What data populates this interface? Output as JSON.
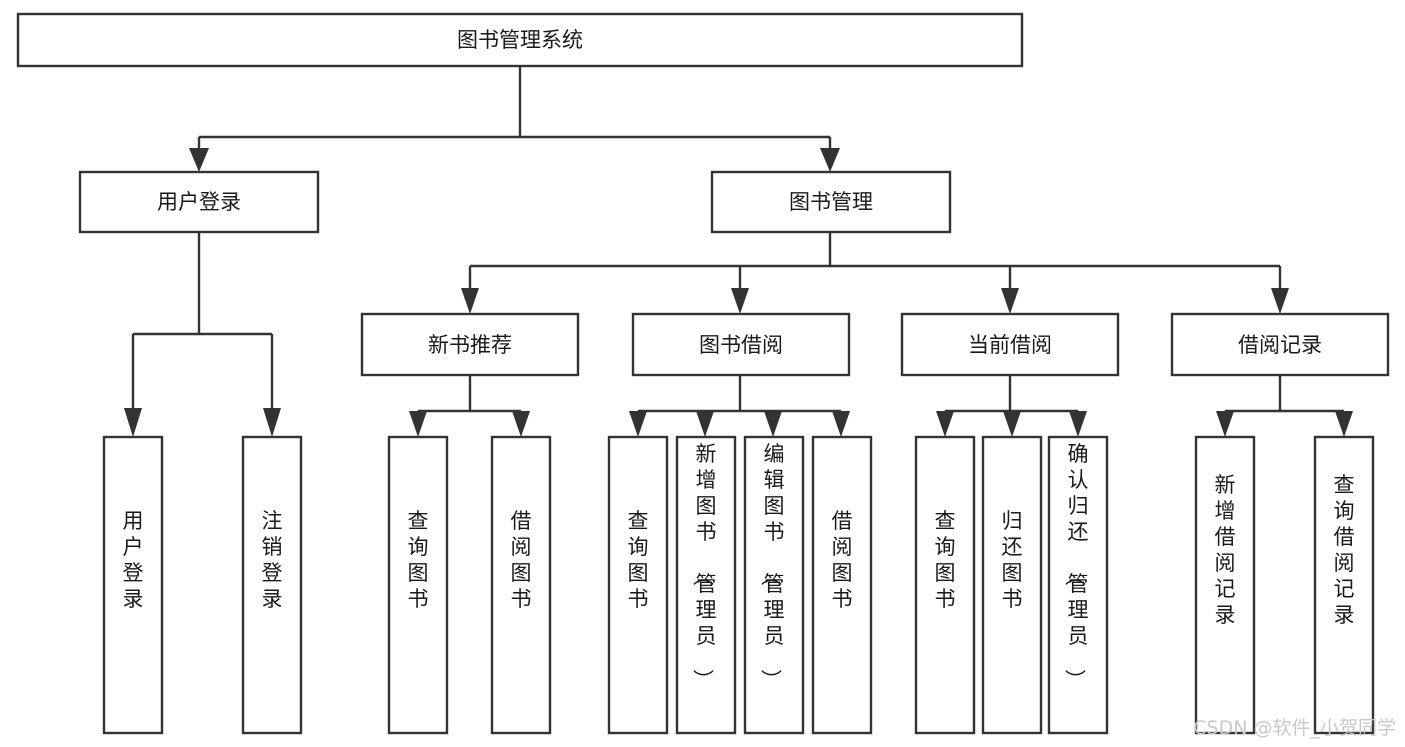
{
  "diagram": {
    "kind": "tree-diagram",
    "title_node": {
      "label": "图书管理系统"
    },
    "colors": {
      "background": "#ffffff",
      "box_fill": "#ffffff",
      "box_stroke": "#333333",
      "text": "#1a1a1a",
      "watermark": "#c9c9c9"
    },
    "level2": [
      {
        "label": "用户登录"
      },
      {
        "label": "图书管理"
      }
    ],
    "level3": [
      {
        "label": "新书推荐"
      },
      {
        "label": "图书借阅"
      },
      {
        "label": "当前借阅"
      },
      {
        "label": "借阅记录"
      }
    ],
    "leaves_user_login": [
      {
        "label": "用户登录"
      },
      {
        "label": "注销登录"
      }
    ],
    "leaves_new_book": [
      {
        "label": "查询图书"
      },
      {
        "label": "借阅图书"
      }
    ],
    "leaves_borrow": [
      {
        "label": "查询图书"
      },
      {
        "label": "新增图书（管理员）"
      },
      {
        "label": "编辑图书（管理员）"
      },
      {
        "label": "借阅图书"
      }
    ],
    "leaves_current": [
      {
        "label": "查询图书"
      },
      {
        "label": "归还图书"
      },
      {
        "label": "确认归还（管理员）"
      }
    ],
    "leaves_records": [
      {
        "label": "新增借阅记录"
      },
      {
        "label": "查询借阅记录"
      }
    ],
    "watermark": {
      "text": "CSDN @软件_小贺同学"
    }
  }
}
